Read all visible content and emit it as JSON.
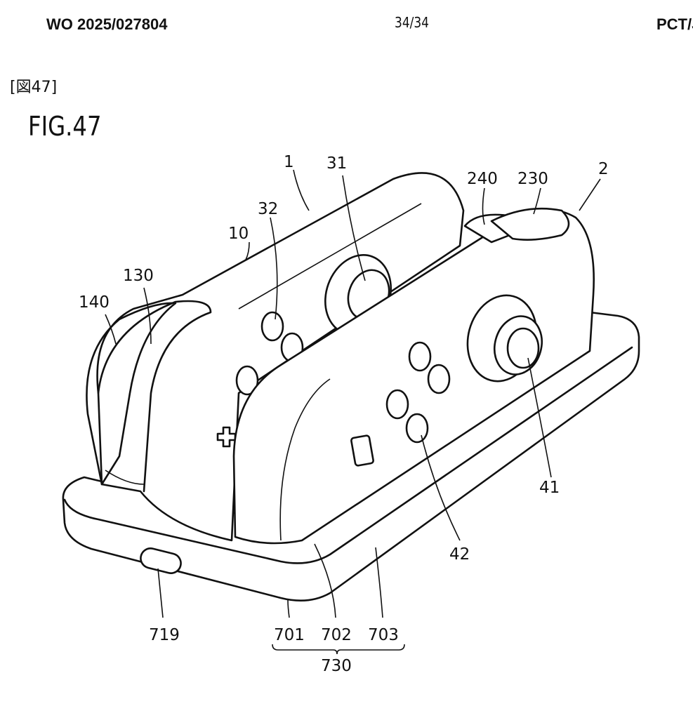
{
  "header": {
    "publication_number": "WO 2025/027804",
    "page": "34/34",
    "application": "PCT/JP"
  },
  "figure": {
    "label_jp": "[図47]",
    "label_en": "FIG.47"
  },
  "reference_numerals": {
    "r1": "1",
    "r2": "2",
    "r10": "10",
    "r31": "31",
    "r32": "32",
    "r41": "41",
    "r42": "42",
    "r130": "130",
    "r140": "140",
    "r230": "230",
    "r240": "240",
    "r701": "701",
    "r702": "702",
    "r703": "703",
    "r719": "719",
    "r730": "730"
  }
}
